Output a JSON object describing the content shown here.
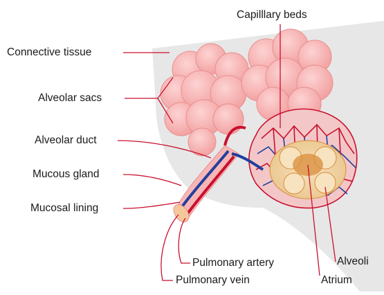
{
  "labels": {
    "capillary_beds": "Capilllary beds",
    "connective_tissue": "Connective tissue",
    "alveolar_sacs": "Alveolar sacs",
    "alveolar_duct": "Alveolar duct",
    "mucous_gland": "Mucous gland",
    "mucosal_lining": "Mucosal lining",
    "pulmonary_artery": "Pulmonary artery",
    "pulmonary_vein": "Pulmonary vein",
    "alveoli": "Alveoli",
    "atrium": "Atrium"
  },
  "colors": {
    "tissue_bg": "#e8e8e8",
    "alveolus_pink": "#f7b6b6",
    "alveolus_outline": "#e98f8f",
    "capillary_red": "#c8102e",
    "vein_blue": "#1f3f9e",
    "leader_line": "#c8102e",
    "atrium_tan": "#f2d7a6",
    "atrium_orange": "#d98c3a"
  }
}
